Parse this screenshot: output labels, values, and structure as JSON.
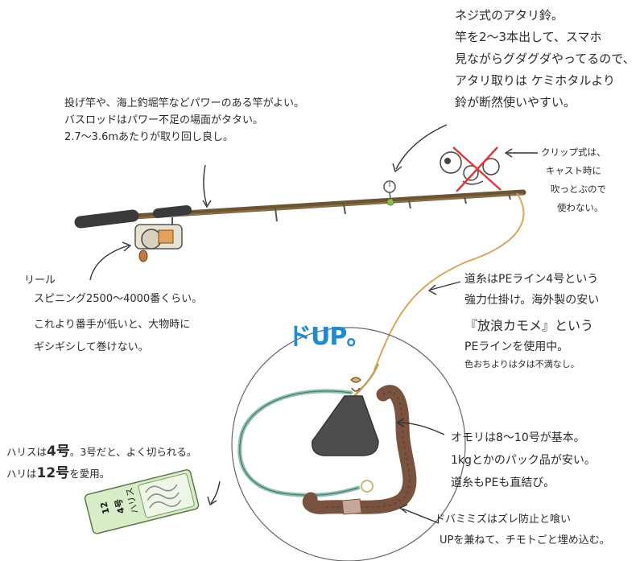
{
  "notes": {
    "rod": {
      "lines": [
        "投げ竿や、海上釣堀竿などパワーのある竿がよい。",
        "バスロッドはパワー不足の場面がタタい。",
        "2.7〜3.6mあたりが取り回し良し。"
      ]
    },
    "bell": {
      "lines": [
        "ネジ式のアタリ鈴。",
        "竿を2〜3本出して、スマホ",
        "見ながらグダグダやってるので、",
        "アタリ取りは ケミホタルより",
        "鈴が断然使いやすい。"
      ]
    },
    "clip": {
      "lines": [
        "クリップ式は、",
        "キャスト時に",
        "吹っとぶので",
        "使わない。"
      ]
    },
    "reel": {
      "lines": [
        "リール",
        "スピニング2500〜4000番くらい。",
        "これより番手が低いと、大物時に",
        "ギシギシして巻けない。"
      ]
    },
    "line": {
      "lines": [
        "道糸はPEライン4号という",
        "強力仕掛け。海外製の安い",
        "『放浪カモメ』という",
        "PEラインを使用中。",
        "色おちよりはタは不満なし。"
      ]
    },
    "weight": {
      "lines": [
        "オモリは8〜10号が基本。",
        "1kgとかのパック品が安い。",
        "道糸もPEも直結び。"
      ]
    },
    "leader": {
      "prefix1": "ハリスは",
      "num1": "4号",
      "suffix1": "。3号だと、よく切られる。",
      "prefix2": "ハリは",
      "num2": "12号",
      "suffix2": "を愛用。"
    },
    "worm": {
      "lines": [
        "ドバミミズはズレ防止と喰い",
        "UPを兼ねて、チモトごと埋め込む。"
      ]
    }
  },
  "zoom_title": "ドUP。",
  "hook_package": {
    "lines": [
      "12",
      "4号",
      "ハリス"
    ]
  },
  "colors": {
    "rod_brown": "#6b5533",
    "rod_grip": "#3a3a3a",
    "line_color": "#d8a75a",
    "weight_gray": "#4d4d4d",
    "worm_brown": "#7a5340",
    "leader_green": "#8fbfae",
    "package_green": "#d9ecc8",
    "title_blue": "#1e8ad2",
    "cross_red": "#e03a3a"
  }
}
